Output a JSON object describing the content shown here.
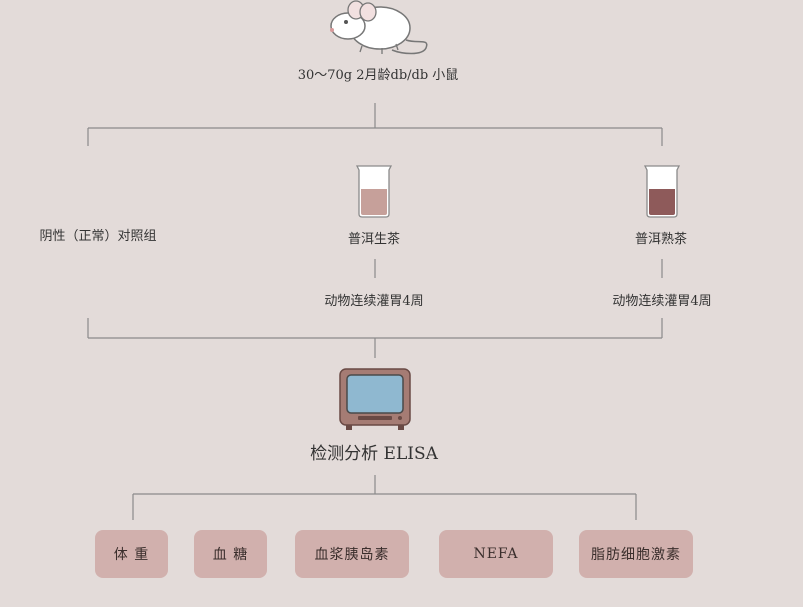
{
  "source": {
    "label": "30～70g 2月龄db/db 小鼠",
    "icon": "mouse-icon"
  },
  "groups": [
    {
      "label": "阴性（正常）对照组"
    },
    {
      "label": "普洱生茶",
      "icon": "beaker-raw-tea-icon",
      "treatment": "动物连续灌胃4周",
      "liquid_color": "#c6a09a"
    },
    {
      "label": "普洱熟茶",
      "icon": "beaker-ripe-tea-icon",
      "treatment": "动物连续灌胃4周",
      "liquid_color": "#8e5a5a"
    }
  ],
  "analysis": {
    "label": "检测分析 ELISA",
    "icon": "monitor-icon"
  },
  "outcomes": [
    "体 重",
    "血 糖",
    "血浆胰岛素",
    "NEFA",
    "脂肪细胞激素"
  ],
  "colors": {
    "background": "#e3dbd9",
    "box": "#d1b0ad",
    "line": "#8a8a8a"
  }
}
